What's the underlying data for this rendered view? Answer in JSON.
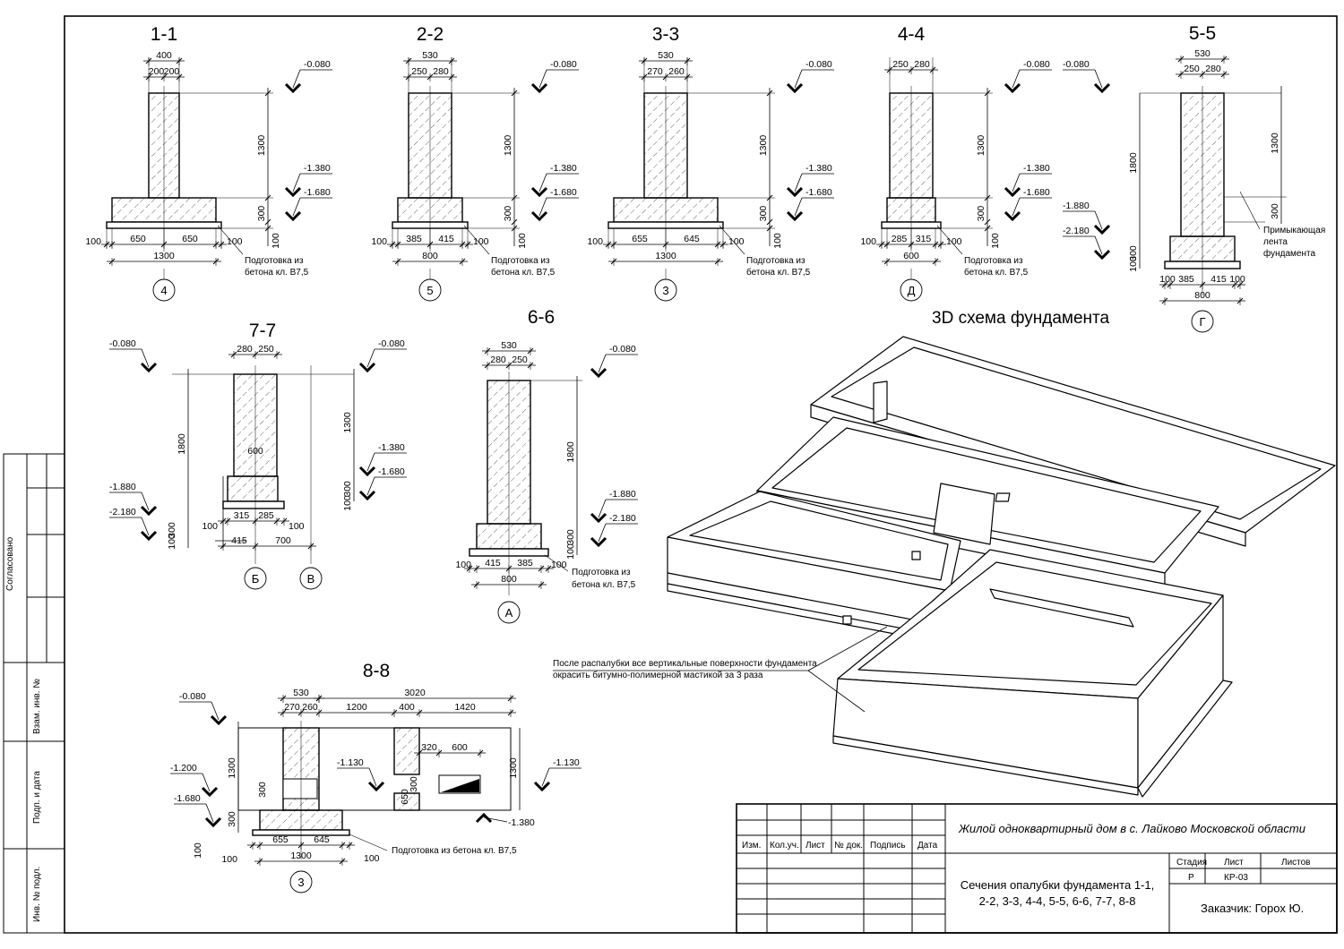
{
  "sections": [
    {
      "id": "s11",
      "title": "1-1",
      "dims_top": [
        "400",
        "200",
        "200"
      ],
      "height_dim": "1300",
      "footing_dim": "300",
      "prep_dim": "100",
      "dims_bottom": [
        "100",
        "650",
        "650",
        "100"
      ],
      "total": "1300",
      "levels": [
        "-0.080",
        "-1.380",
        "-1.680"
      ],
      "note": [
        "Подготовка из",
        "бетона кл. В7,5"
      ],
      "axis": "4"
    },
    {
      "id": "s22",
      "title": "2-2",
      "dims_top": [
        "530",
        "250",
        "280"
      ],
      "height_dim": "1300",
      "footing_dim": "300",
      "prep_dim": "100",
      "dims_bottom": [
        "100",
        "385",
        "415",
        "100"
      ],
      "total": "800",
      "levels": [
        "-0.080",
        "-1.380",
        "-1.680"
      ],
      "note": [
        "Подготовка из",
        "бетона кл. В7,5"
      ],
      "axis": "5"
    },
    {
      "id": "s33",
      "title": "3-3",
      "dims_top": [
        "530",
        "270",
        "260"
      ],
      "height_dim": "1300",
      "footing_dim": "300",
      "prep_dim": "100",
      "dims_bottom": [
        "100",
        "655",
        "645",
        "100"
      ],
      "total": "1300",
      "levels": [
        "-0.080",
        "-1.380",
        "-1.680"
      ],
      "note": [
        "Подготовка из",
        "бетона кл. В7,5"
      ],
      "axis": "3"
    },
    {
      "id": "s44",
      "title": "4-4",
      "dims_top": [
        "250",
        "280"
      ],
      "height_dim": "1300",
      "footing_dim": "300",
      "prep_dim": "100",
      "dims_bottom": [
        "100",
        "285",
        "315",
        "100"
      ],
      "total": "600",
      "levels": [
        "-0.080",
        "-1.380",
        "-1.680"
      ],
      "note": [
        "Подготовка из",
        "бетона кл. В7,5"
      ],
      "axis": "Д"
    }
  ],
  "s55": {
    "title": "5-5",
    "dims_top": [
      "530",
      "250",
      "280"
    ],
    "height_dim": "1300",
    "total_dim": "1800",
    "footing_dim": "300",
    "prep_dim": "100",
    "dims_bottom": [
      "100",
      "385",
      "415",
      "100"
    ],
    "total": "800",
    "levels": [
      "-0.080",
      "-1.880",
      "-2.180"
    ],
    "note": [
      "Примыкающая",
      "лента",
      "фундамента"
    ],
    "axis": "Г"
  },
  "s77": {
    "title": "7-7",
    "dims_top": [
      "280",
      "250"
    ],
    "d600": "600",
    "height_left": "1800",
    "height_right": "1300",
    "levels": [
      "-0.080",
      "-0.080",
      "-1.380",
      "-1.680",
      "-1.880",
      "-2.180"
    ],
    "d100": "100",
    "d300": "300",
    "dims_bottom": [
      "100",
      "315",
      "285",
      "100"
    ],
    "dims_bottom2": [
      "415",
      "700"
    ],
    "axis_a": "Б",
    "axis_b": "В"
  },
  "s66": {
    "title": "6-6",
    "dims_top": [
      "530",
      "280",
      "250"
    ],
    "height_dim": "1800",
    "footing_dim": "300",
    "prep_dim": "100",
    "levels": [
      "-0.080",
      "-1.880",
      "-2.180"
    ],
    "dims_bottom": [
      "100",
      "415",
      "385",
      "100"
    ],
    "total": "800",
    "note": [
      "Подготовка из",
      "бетона кл. В7,5"
    ],
    "axis": "А"
  },
  "s88": {
    "title": "8-8",
    "d530": "530",
    "d3020": "3020",
    "dims_top": [
      "270",
      "260",
      "1200",
      "400",
      "1420"
    ],
    "d320": "320",
    "d600": "600",
    "d300": "300",
    "d300b": "300",
    "height": "1300",
    "height_r": "1300",
    "levels": [
      "-0.080",
      "-1.200",
      "-1.680",
      "-1.130",
      "-1.130",
      "-1.380"
    ],
    "dims_bottom": [
      "100",
      "655",
      "645",
      "100"
    ],
    "total": "1300",
    "d100": "100",
    "d650": "650",
    "note": "Подготовка из бетона кл. В7,5",
    "axis": "3"
  },
  "scheme": {
    "title": "3D схема фундамента",
    "note": [
      "После распалубки все вертикальные поверхности фундамента",
      "окрасить битумно-полимерной мастикой за 3 раза"
    ]
  },
  "title_block": {
    "project": "Жилой одноквартирный дом в с. Лайково  Московской области",
    "headers": [
      "Изм.",
      "Кол.уч.",
      "Лист",
      "№ док.",
      "Подпись",
      "Дата"
    ],
    "sheet_title": [
      "Сечения опалубки фундамента 1-1,",
      "2-2, 3-3, 4-4, 5-5, 6-6, 7-7, 8-8"
    ],
    "stage_label": "Стадия",
    "sheet_label": "Лист",
    "sheets_label": "Листов",
    "stage": "Р",
    "sheet": "КР-03",
    "customer": "Заказчик: Горох Ю."
  },
  "side_stamp": {
    "agreed": "Согласовано",
    "inv_repl": "Взам. инв. №",
    "sign_date": "Подп. и дата",
    "inv_orig": "Инв. № подл."
  }
}
